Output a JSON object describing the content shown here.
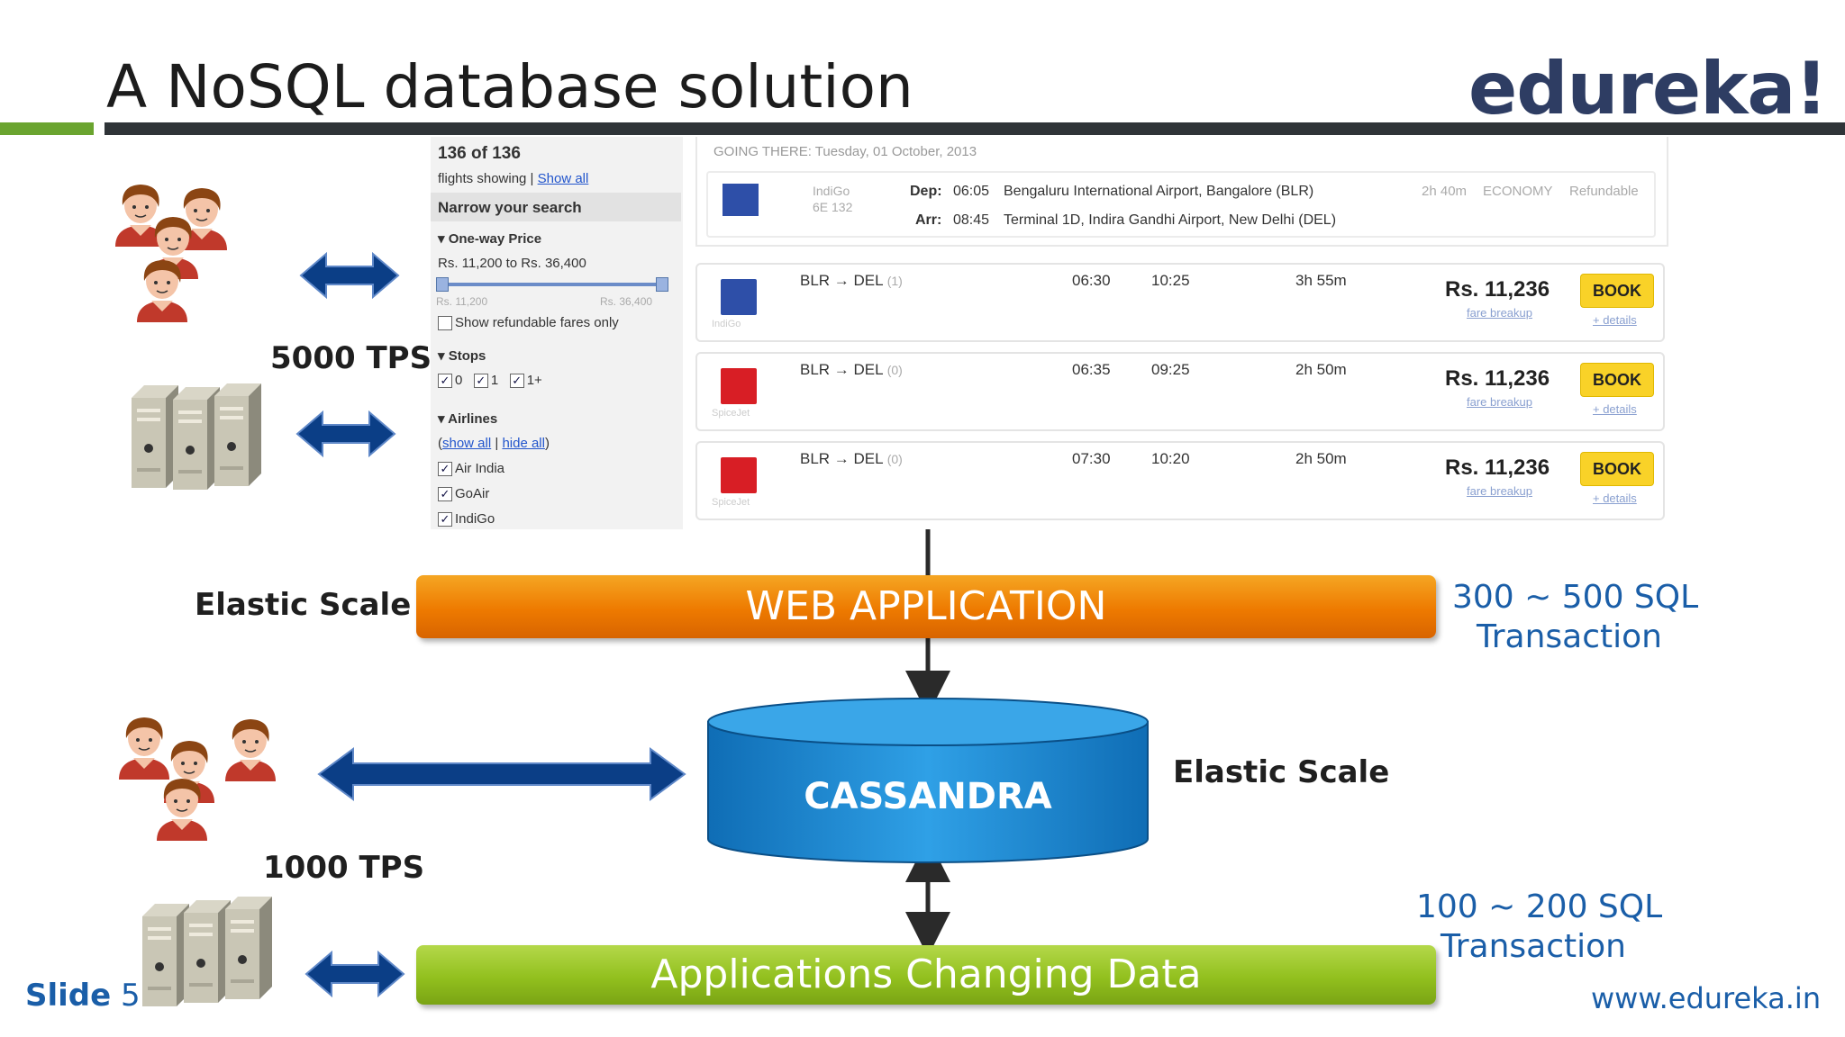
{
  "slide": {
    "title": "A NoSQL database solution",
    "logo": "edureka!",
    "slide_label": "Slide",
    "slide_number": "5",
    "website": "www.edureka.in"
  },
  "screenshot": {
    "sidebar": {
      "count": "136 of 136",
      "showing": "flights showing |",
      "show_all": "Show all",
      "narrow": "Narrow your search",
      "price_header": "One-way Price",
      "price_range": "Rs. 11,200 to Rs. 36,400",
      "price_min": "Rs. 11,200",
      "price_max": "Rs. 36,400",
      "refundable": "Show refundable fares only",
      "stops_header": "Stops",
      "stops": [
        "0",
        "1",
        "1+"
      ],
      "airlines_header": "Airlines",
      "airlines_show_all": "show all",
      "airlines_hide_all": "hide all",
      "airlines": [
        "Air India",
        "GoAir",
        "IndiGo"
      ]
    },
    "going_there": {
      "header": "GOING THERE: Tuesday, 01 October, 2013",
      "airline": "IndiGo",
      "flight_no": "6E 132",
      "dep_label": "Dep:",
      "dep_time": "06:05",
      "dep_airport": "Bengaluru International Airport, Bangalore (BLR)",
      "arr_label": "Arr:",
      "arr_time": "08:45",
      "arr_airport": "Terminal 1D, Indira Gandhi Airport, New Delhi (DEL)",
      "duration": "2h 40m",
      "class": "ECONOMY",
      "refundable": "Refundable"
    },
    "flights": [
      {
        "airline": "IndiGo",
        "route": "BLR → DEL",
        "stops": "(1)",
        "dep": "06:30",
        "arr": "10:25",
        "duration": "3h 55m",
        "price": "Rs. 11,236",
        "fare": "fare breakup",
        "book": "BOOK",
        "details": "+ details"
      },
      {
        "airline": "SpiceJet",
        "route": "BLR → DEL",
        "stops": "(0)",
        "dep": "06:35",
        "arr": "09:25",
        "duration": "2h 50m",
        "price": "Rs. 11,236",
        "fare": "fare breakup",
        "book": "BOOK",
        "details": "+ details"
      },
      {
        "airline": "SpiceJet",
        "route": "BLR → DEL",
        "stops": "(0)",
        "dep": "07:30",
        "arr": "10:20",
        "duration": "2h 50m",
        "price": "Rs. 11,236",
        "fare": "fare breakup",
        "book": "BOOK",
        "details": "+ details"
      }
    ]
  },
  "diagram": {
    "tps_top": "5000 TPS",
    "elastic_left": "Elastic Scale",
    "web_app": "WEB APPLICATION",
    "sql_top_line1": "300 ~ 500 SQL",
    "sql_top_line2": "Transaction",
    "cassandra": "CASSANDRA",
    "elastic_right": "Elastic Scale",
    "tps_bottom": "1000 TPS",
    "sql_bottom_line1": "100 ~ 200 SQL",
    "sql_bottom_line2": "Transaction",
    "apps_data": "Applications Changing Data"
  },
  "colors": {
    "accent_green": "#6aa42f",
    "title_bar": "#2f3438",
    "blue_text": "#1a5ea8",
    "web_app_orange": "#ee7a00",
    "apps_green": "#92c01e",
    "cassandra_blue": "#1c8ad0",
    "arrow_blue": "#0b3e86"
  }
}
